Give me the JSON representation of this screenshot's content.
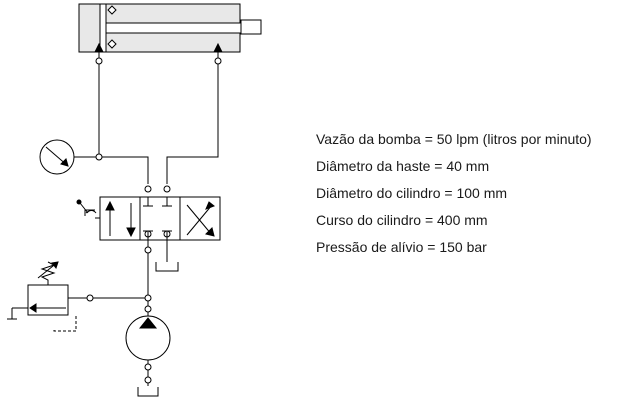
{
  "specs": {
    "flow": "Vazão da bomba = 50 lpm (litros por minuto)",
    "rod_diameter": "Diâmetro da haste = 40 mm",
    "cylinder_diameter": "Diâmetro do cilindro = 100 mm",
    "stroke": "Curso do cilindro = 400 mm",
    "relief_pressure": "Pressão de alívio = 150 bar"
  },
  "components": [
    "double-acting-cylinder",
    "pressure-gauge",
    "4-3-directional-valve",
    "tank",
    "pressure-relief-valve",
    "hydraulic-pump"
  ],
  "colors": {
    "line": "#000000",
    "cylinder_fill": "#e8e8e8",
    "background": "#ffffff"
  }
}
